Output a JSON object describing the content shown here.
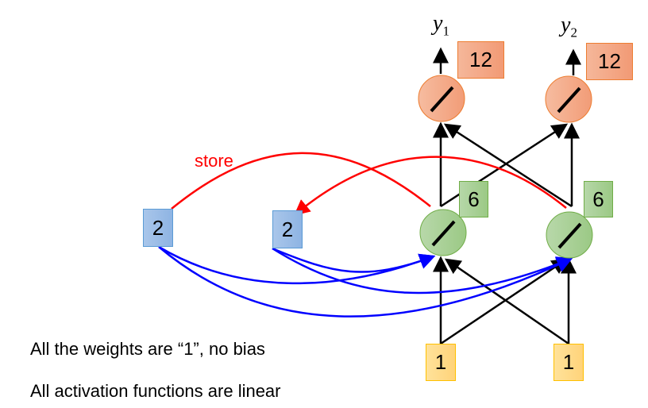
{
  "outputs": [
    {
      "label": "y",
      "subscript": "1",
      "value": "12"
    },
    {
      "label": "y",
      "subscript": "2",
      "value": "12"
    }
  ],
  "hidden": [
    {
      "value": "6"
    },
    {
      "value": "6"
    }
  ],
  "memory": [
    {
      "value": "2"
    },
    {
      "value": "2"
    }
  ],
  "inputs": [
    {
      "value": "1"
    },
    {
      "value": "1"
    }
  ],
  "store_label": "store",
  "notes": [
    "All the weights are “1”, no bias",
    "All activation functions are linear"
  ],
  "colors": {
    "store": "#ff0000",
    "memory_link": "#0000ff",
    "output": "#f4a582",
    "hidden": "#a9d08e",
    "memory": "#9dc3e6",
    "input": "#ffd966"
  }
}
